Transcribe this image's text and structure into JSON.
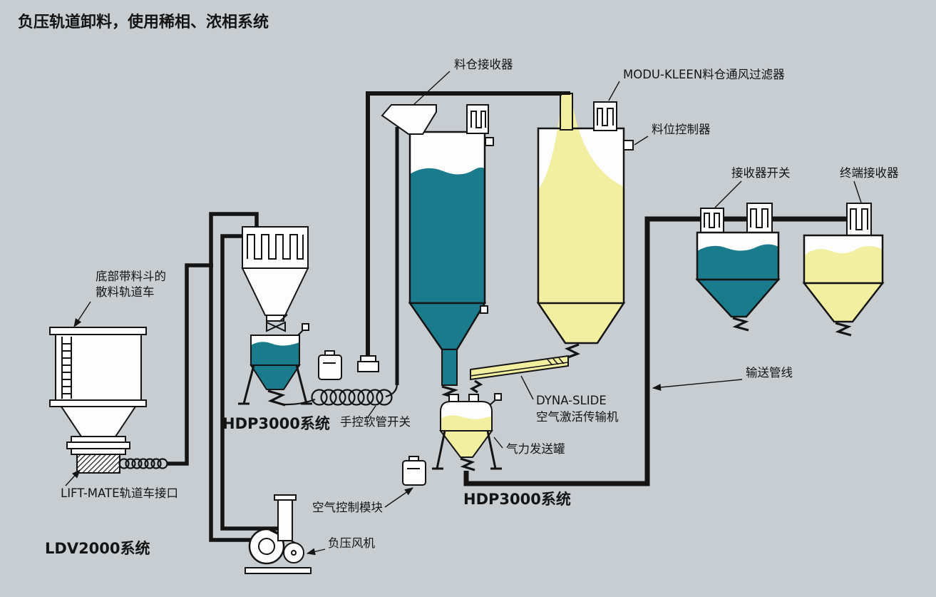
{
  "title": "负压轨道卸料，使用稀相、浓相系统",
  "labels": {
    "silo_receiver": "料仓接收器",
    "modu_kleen_filter": "MODU-KLEEN料仓通风过滤器",
    "level_controller": "料位控制器",
    "receiver_switch": "接收器开关",
    "terminal_receiver": "终端接收器",
    "railcar_l1": "底部带料斗的",
    "railcar_l2": "散料轨道车",
    "hdp3000_left": "HDP3000系统",
    "manual_hose_switch": "手控软管开关",
    "lift_mate": "LIFT-MATE轨道车接口",
    "ldv2000": "LDV2000系统",
    "air_control_module": "空气控制模块",
    "vacuum_blower": "负压风机",
    "dyna_slide_l1": "DYNA-SLIDE",
    "dyna_slide_l2": "空气激活传输机",
    "pressure_vessel": "气力发送罐",
    "hdp3000_bottom": "HDP3000系统",
    "conveying_line": "输送管线"
  },
  "colors": {
    "background": "#c8cdd1",
    "teal": "#1a7b8c",
    "yellow": "#f2efa0",
    "line": "#141414",
    "white": "#fdfdfd"
  }
}
